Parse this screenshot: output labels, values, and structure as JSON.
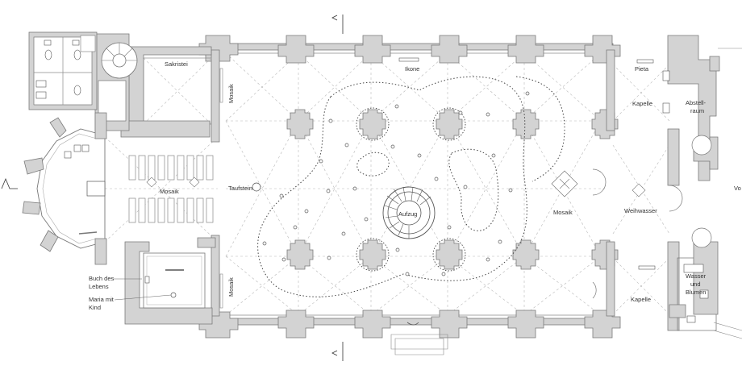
{
  "labels": {
    "sakristei": "Sakristei",
    "ikone": "Ikone",
    "pieta": "Pieta",
    "kapelle_top": "Kapelle",
    "abstellraum_1": "Abstell-",
    "abstellraum_2": "raum",
    "mosaik_left_top": "Mosaik",
    "mosaik_apse": "Mosaik",
    "taufstein": "Taufstein",
    "aufzug": "Aufzug",
    "mosaik_right": "Mosaik",
    "weihwasser": "Weihwasser",
    "vo": "Vo",
    "mosaik_left_bottom": "Mosaik",
    "buch_1": "Buch des",
    "buch_2": "Lebens",
    "maria_1": "Maria mit",
    "maria_2": "Kind",
    "kapelle_bottom": "Kapelle",
    "wasser_1": "Wasser",
    "wasser_2": "und",
    "wasser_3": "Blumen"
  }
}
